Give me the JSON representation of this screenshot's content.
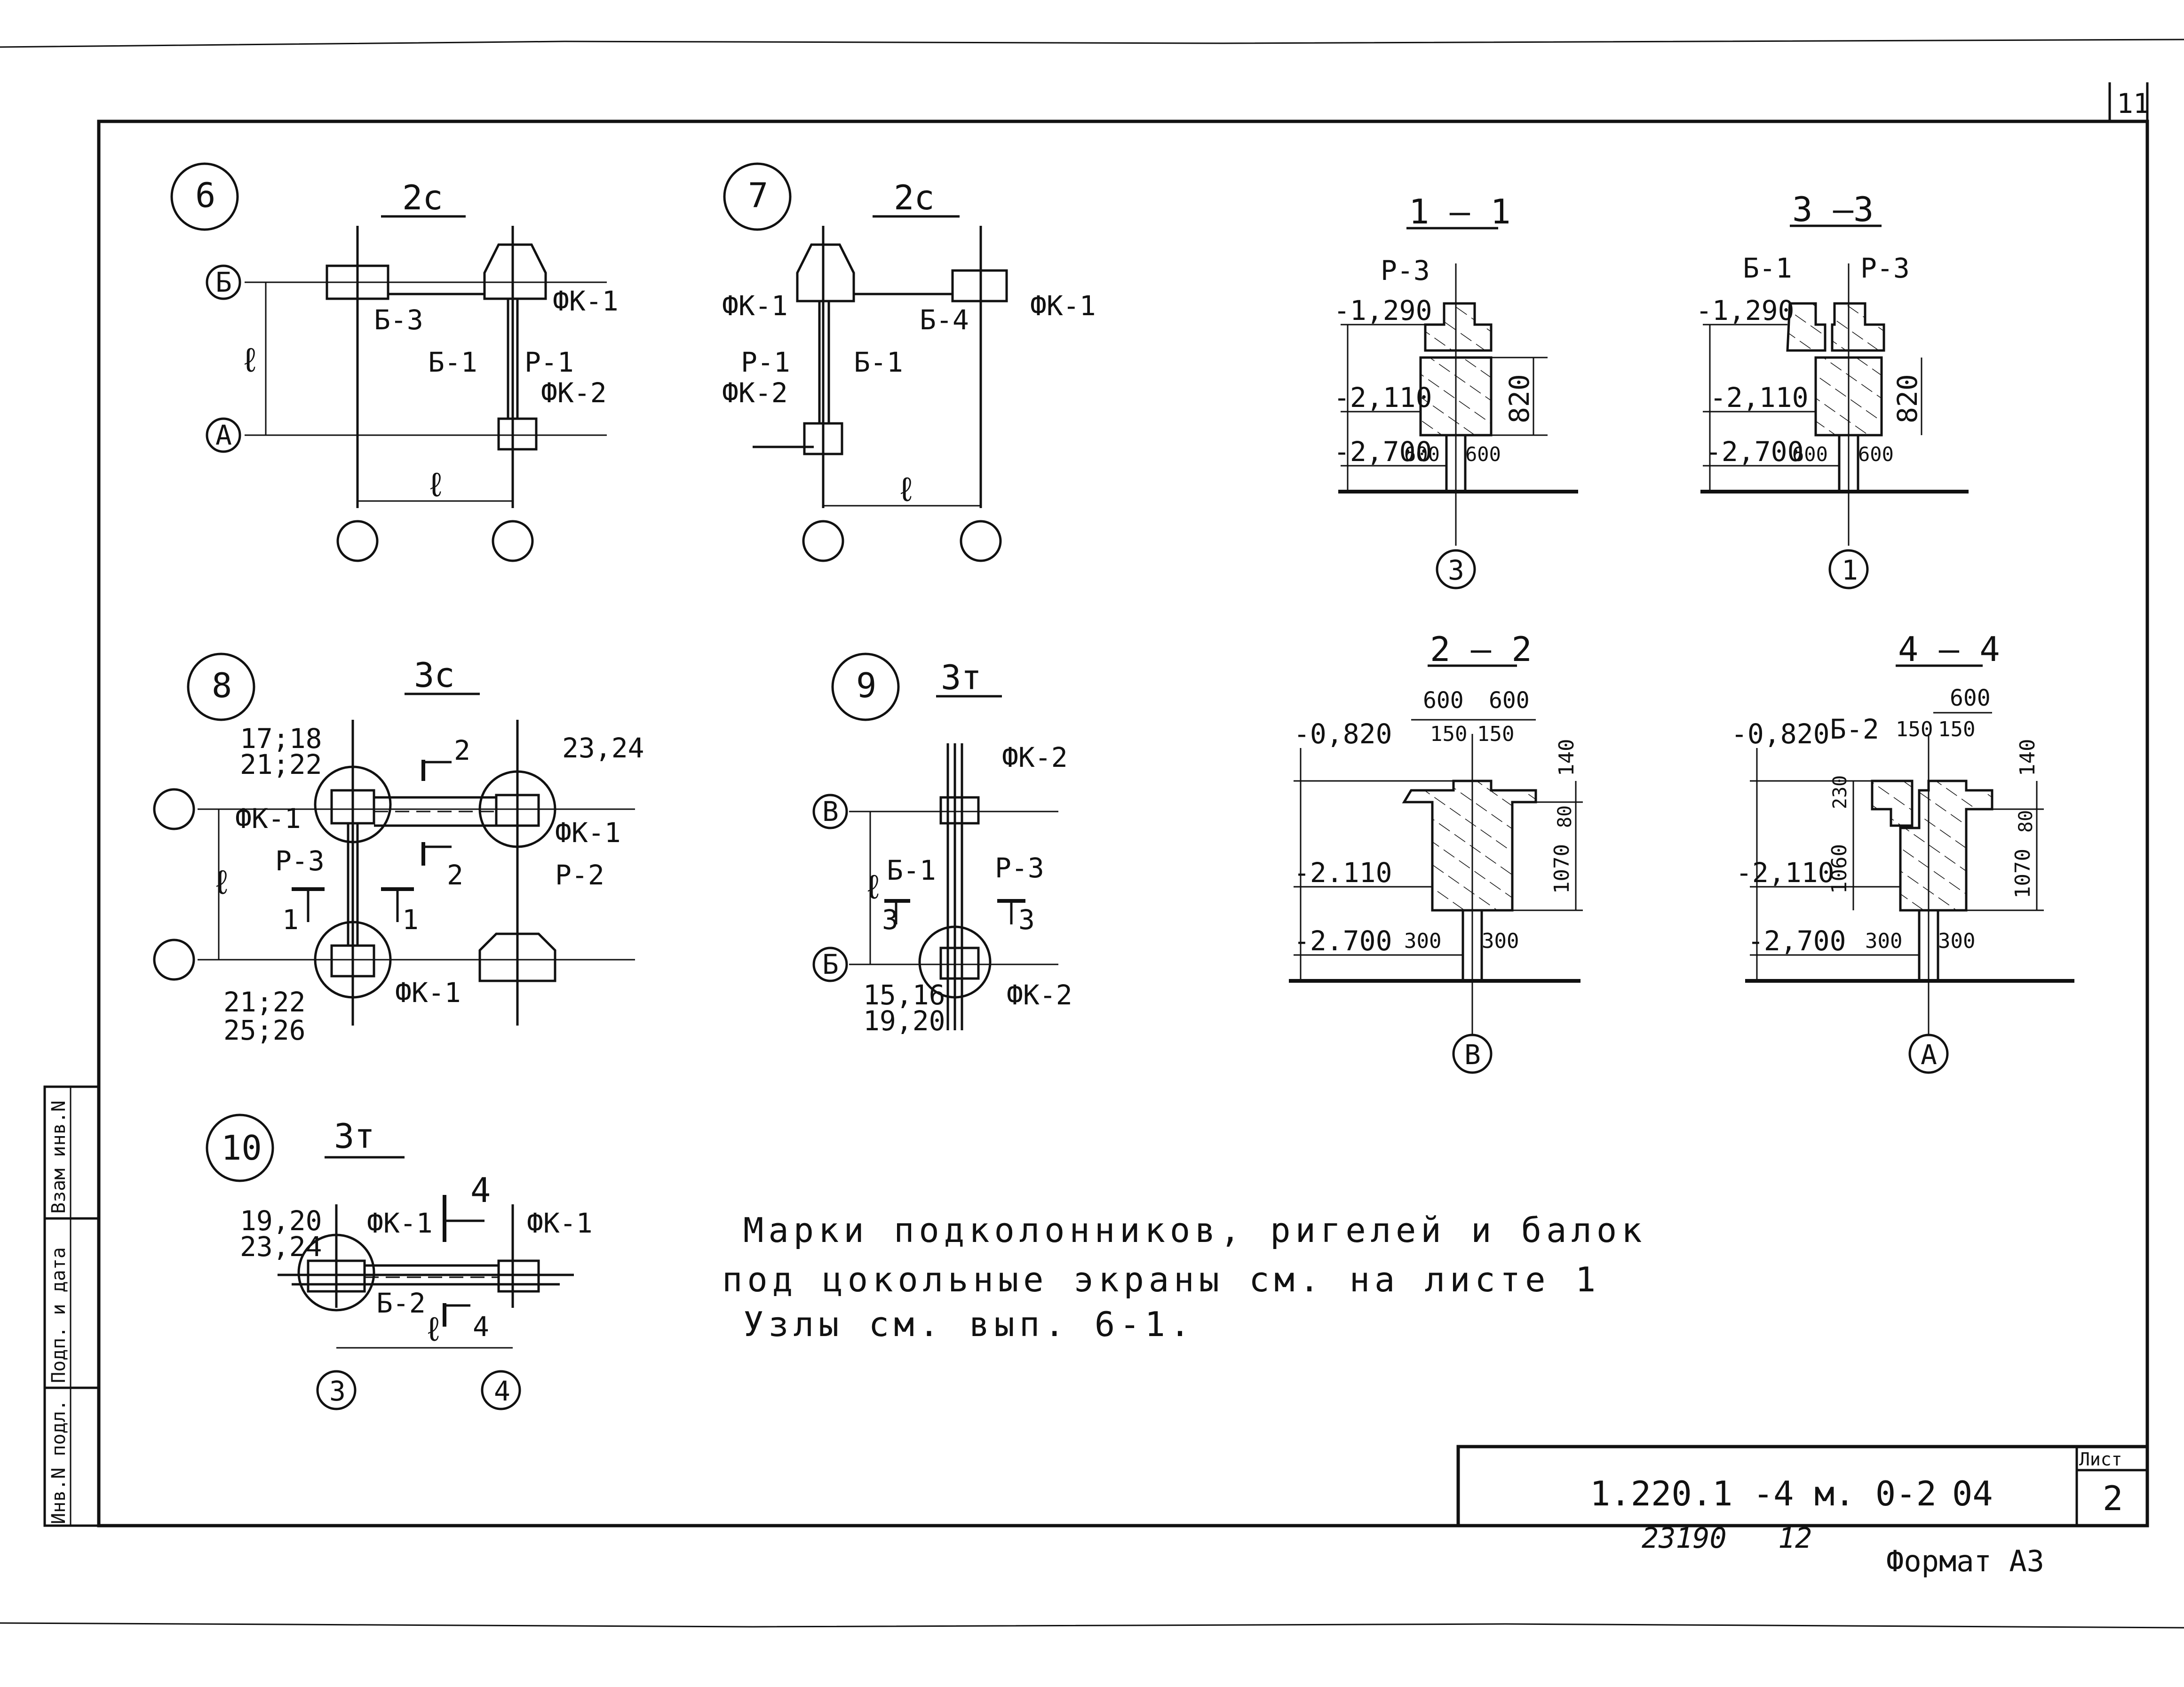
{
  "sheet": {
    "sheet_number_top": "11",
    "doc_code": "1.220.1 -4 м. 0-2",
    "doc_suffix": "04",
    "list_label": "Лист",
    "list_number": "2",
    "inv_number": "23190",
    "inv_sub": "12",
    "format": "Формат А3"
  },
  "side_stamp": {
    "cell1": "Инв.N подл.",
    "cell2": "Подп. и дата",
    "cell3": "Взам инв.N"
  },
  "note": {
    "line1": "Марки подколонников, ригелей и балок",
    "line2": "под цокольные экраны см. на листе 1",
    "line3": "Узлы см. вып. 6-1."
  },
  "views": {
    "v6": {
      "num": "6",
      "title": "2с",
      "axisB": "Б",
      "axisA": "А",
      "span": "ℓ",
      "labels": [
        "ФК-1",
        "Б-3",
        "Б-1",
        "Р-1",
        "ФК-2"
      ]
    },
    "v7": {
      "num": "7",
      "title": "2с",
      "span": "ℓ",
      "labels": [
        "ФК-1",
        "Б-4",
        "ФК-1",
        "Р-1",
        "Б-1",
        "ФК-2"
      ]
    },
    "v8": {
      "num": "8",
      "title": "3с",
      "span": "ℓ",
      "labels": [
        "17;18",
        "21;22",
        "ФК-1",
        "Р-3",
        "1",
        "1",
        "2",
        "2",
        "23,24",
        "ФК-1",
        "Р-2",
        "21;22",
        "25;26",
        "ФК-1"
      ]
    },
    "v9": {
      "num": "9",
      "title": "3т",
      "axisV": "В",
      "axisB": "Б",
      "span": "ℓ",
      "labels": [
        "ФК-2",
        "Б-1",
        "Р-3",
        "3",
        "3",
        "15,16",
        "19,20",
        "ФК-2"
      ]
    },
    "v10": {
      "num": "10",
      "title": "3т",
      "axis3": "3",
      "axis4": "4",
      "span": "ℓ",
      "labels": [
        "19,20",
        "23,24",
        "ФК-1",
        "4",
        "ФК-1",
        "Б-2",
        "4"
      ]
    }
  },
  "sections": {
    "s11": {
      "title": "1 — 1",
      "axis": "3",
      "labels": [
        "Р-3",
        "-1,290",
        "-2,110",
        "-2,700",
        "600",
        "600",
        "820"
      ]
    },
    "s33": {
      "title": "3 —3",
      "axis": "1",
      "labels": [
        "Б-1",
        "Р-3",
        "-1,290",
        "-2,110",
        "-2,700",
        "600",
        "600",
        "820"
      ]
    },
    "s22": {
      "title": "2 — 2",
      "axis": "В",
      "labels": [
        "600",
        "600",
        "150",
        "150",
        "-0,820",
        "140",
        "80",
        "1070",
        "-2.110",
        "-2.700",
        "300",
        "300"
      ]
    },
    "s44": {
      "title": "4 — 4",
      "axis": "А",
      "labels": [
        "600",
        "-0,820",
        "Б-2",
        "150",
        "150",
        "140",
        "230",
        "80",
        "1060",
        "1070",
        "-2,110",
        "-2,700",
        "300",
        "300"
      ]
    }
  }
}
